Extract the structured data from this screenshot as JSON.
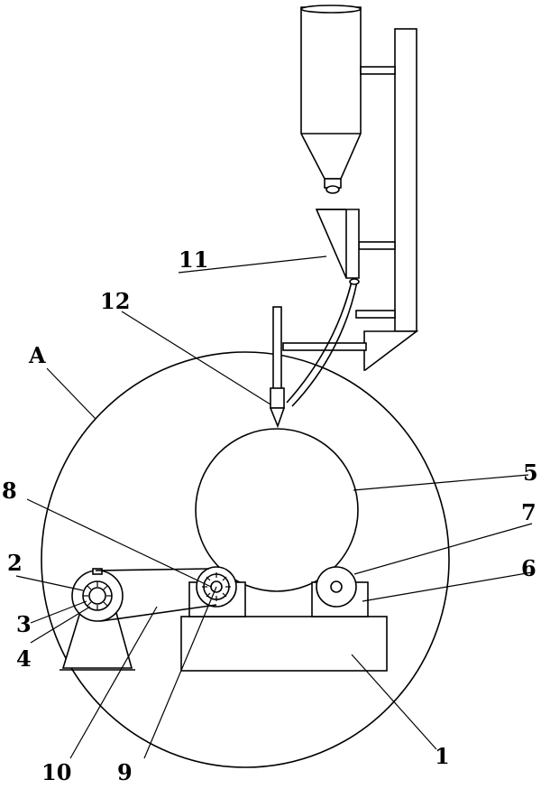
{
  "labels": {
    "A": "A",
    "n1": "1",
    "n2": "2",
    "n3": "3",
    "n4": "4",
    "n5": "5",
    "n6": "6",
    "n7": "7",
    "n8": "8",
    "n9": "9",
    "n10": "10",
    "n11": "11",
    "n12": "12"
  }
}
